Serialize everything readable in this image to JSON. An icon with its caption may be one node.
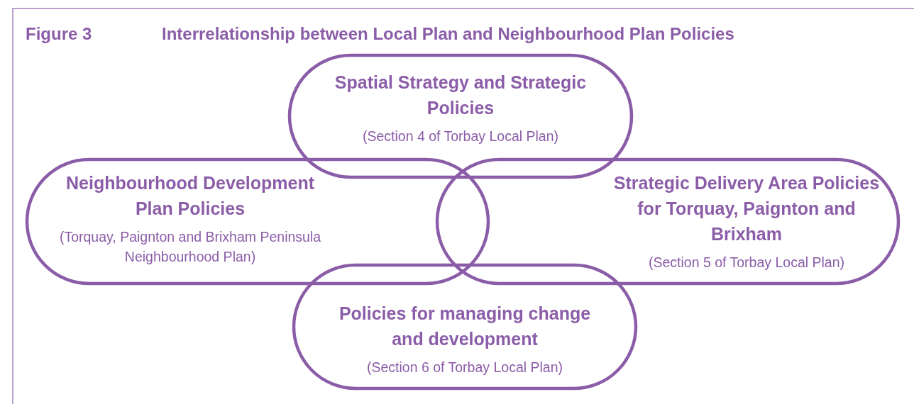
{
  "diagram": {
    "title": "Interrelationship between Local Plan and Neighbourhood Plan Policies",
    "nodes": [
      {
        "text": [
          "Spatial Strategy and Strategic Policies",
          "(Section 4 of Torbay Local Plan)"
        ]
      },
      {
        "text": [
          "Neighbourhood Development Plan Policies",
          "(Torquay, Paignton and Brixham Peninsula Neighbourhood Plan)"
        ]
      },
      {
        "text": [
          "Strategic Delivery Area Policies for Torquay, Paignton and Brixham",
          "(Section 5 of Torbay Local Plan)"
        ]
      },
      {
        "text": [
          "Policies for managing change and development",
          "(Section 6 of Torbay Local Plan)"
        ]
      }
    ],
    "labels": [
      "Figure 3"
    ]
  }
}
